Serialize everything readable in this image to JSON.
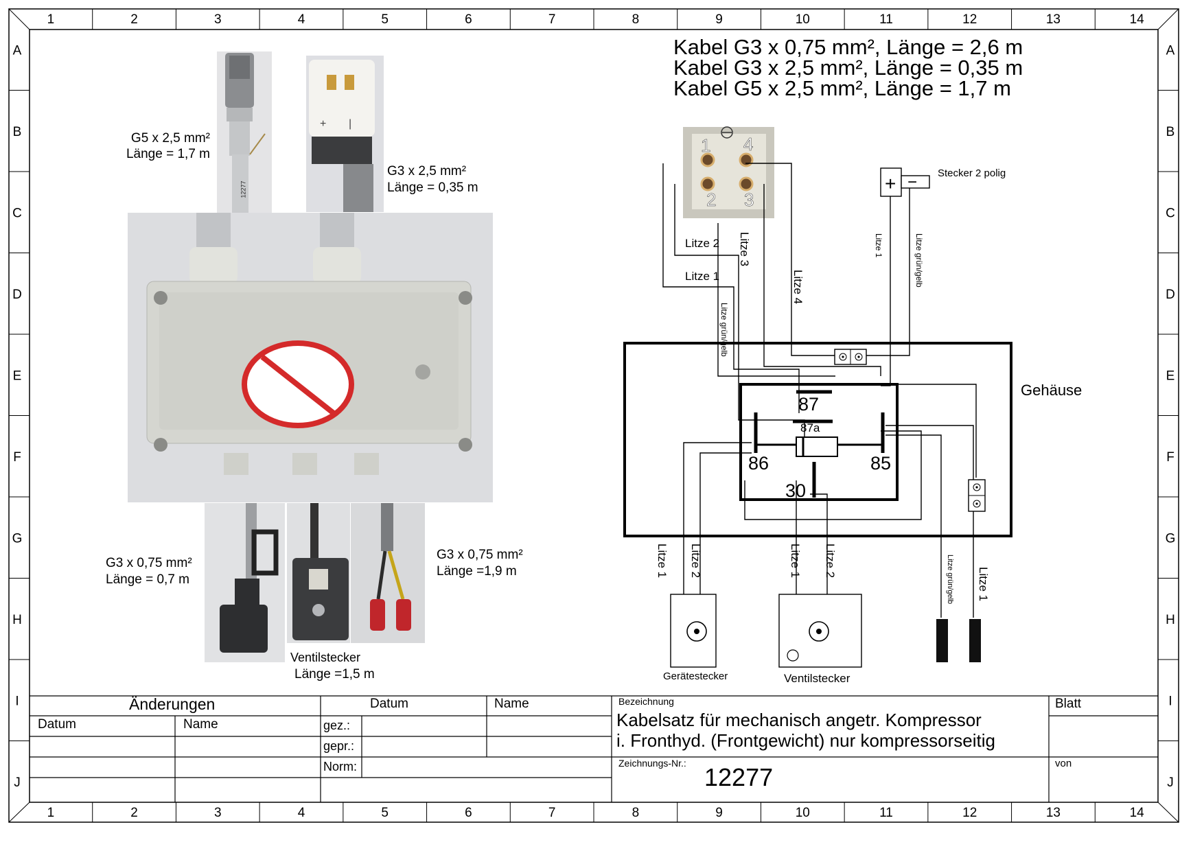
{
  "frame": {
    "cols": [
      "1",
      "2",
      "3",
      "4",
      "5",
      "6",
      "7",
      "8",
      "9",
      "10",
      "11",
      "12",
      "13",
      "14"
    ],
    "rows": [
      "A",
      "B",
      "C",
      "D",
      "E",
      "F",
      "G",
      "H",
      "I",
      "J"
    ]
  },
  "cable_specs": {
    "line1": "Kabel G3 x 0,75 mm², Länge = 2,6 m",
    "line2": "Kabel G3 x 2,5 mm², Länge = 0,35 m",
    "line3": "Kabel G5 x 2,5 mm², Länge = 1,7 m"
  },
  "photo_labels": {
    "g5": {
      "spec": "G5 x 2,5 mm²",
      "length": "Länge = 1,7 m"
    },
    "g3_25": {
      "spec": "G3 x 2,5 mm²",
      "length": "Länge = 0,35 m"
    },
    "g3_075_left": {
      "spec": "G3 x 0,75 mm²",
      "length": "Länge = 0,7 m"
    },
    "g3_075_right": {
      "spec": "G3 x 0,75 mm²",
      "length": "Länge =1,9 m"
    },
    "ventil": {
      "name": "Ventilstecker",
      "length": "Länge =1,5 m"
    },
    "cable_print": "12277"
  },
  "schematic": {
    "connector_pins": [
      "1",
      "4",
      "2",
      "3"
    ],
    "plug_label": "Stecker 2 polig",
    "plus": "+",
    "minus": "−",
    "housing": "Gehäuse",
    "relay_terminals": {
      "t87": "87",
      "t87a": "87a",
      "t86": "86",
      "t85": "85",
      "t30": "30"
    },
    "wires": {
      "litze1": "Litze 1",
      "litze2": "Litze 2",
      "litze3": "Litze 3",
      "litze4": "Litze 4",
      "gruengelb": "Litze grün/gelb"
    },
    "geraetestecker": "Gerätestecker",
    "ventilstecker": "Ventilstecker"
  },
  "title_block": {
    "aenderungen": "Änderungen",
    "datum": "Datum",
    "name": "Name",
    "gez": "gez.:",
    "gepr": "gepr.:",
    "norm": "Norm:",
    "bezeichnung_label": "Bezeichnung",
    "bezeichnung_line1": "Kabelsatz für mechanisch angetr. Kompressor",
    "bezeichnung_line2": "i. Fronthyd. (Frontgewicht) nur kompressorseitig",
    "blatt": "Blatt",
    "zeichnungsnr_label": "Zeichnungs-Nr.:",
    "zeichnungsnr": "12277",
    "von": "von"
  }
}
